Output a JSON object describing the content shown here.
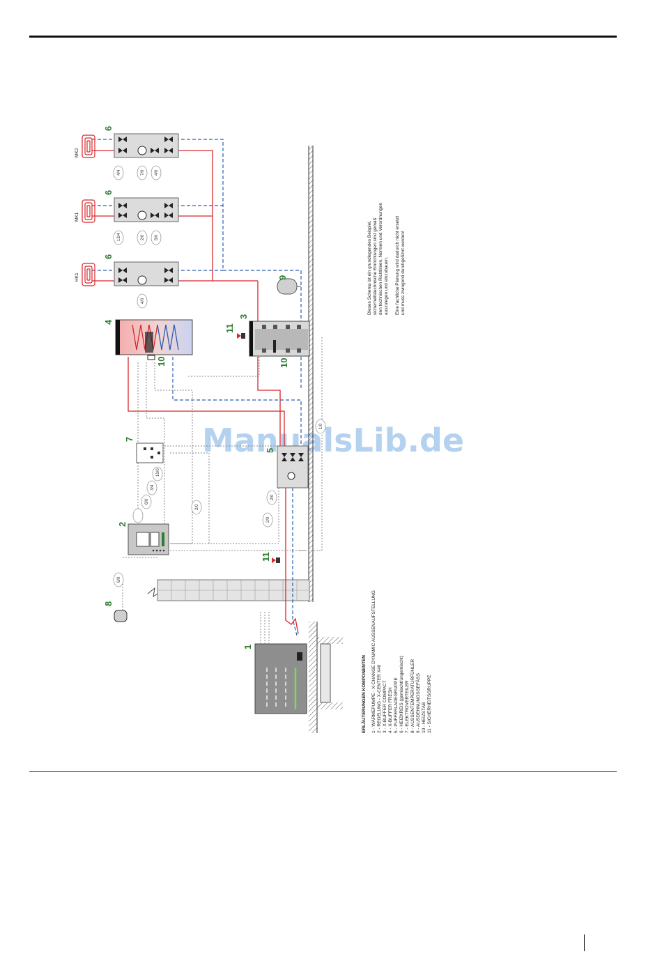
{
  "watermark": "ManualsLib.de",
  "circuits": {
    "mk2": "MK2",
    "mk1": "MK1",
    "hk1": "HK1"
  },
  "component_numbers": {
    "n1": "1",
    "n2": "2",
    "n3": "3",
    "n4": "4",
    "n5": "5",
    "n6a": "6",
    "n6b": "6",
    "n6c": "6",
    "n7": "7",
    "n8": "8",
    "n9": "9",
    "n10a": "10",
    "n10b": "10",
    "n11a": "11",
    "n11b": "11"
  },
  "legend": {
    "heading": "ERLÄUTERUNGEN KOMPONENTEN",
    "items": [
      "1  - WÄRMEPUMPE - X-CHANGE DYNAMIC AUSSENAUFSTELLUNG",
      "2  - REGELUNG - X-CENTER X40",
      "3  - X-BUFFER COMPACT",
      "4  - X-BUFFER FRESH",
      "5  - PUFFERLADEGRUPPE",
      "6  - HEIZKREIS (gemischt/ungemischt)",
      "7  - ELEKTROVERTEILER",
      "8  - AUSSENTEMPERATURFÜHLER",
      "9  - AUSDEHNUNGSGEFÄSS",
      "10 - HEIZSTAB",
      "11 - SICHERHEITSGRUPPE"
    ]
  },
  "note": {
    "lines": [
      "Dieses Schema ist ein grundlegendes Beispiel,",
      "sicherheitstechnische Einrichtungen sind gemäß",
      "den technischen Richtlinien, Normen und Verordnungen",
      "auszulegen und einzubauen.",
      "",
      "Eine fachliche Planung wird dadurch nicht ersetzt",
      "und muss zwingend durchgeführt werden!"
    ]
  },
  "cable_labels": {
    "c1": "4/4",
    "c2": "7/0",
    "c3": "4/0",
    "c4": "13/4",
    "c5": "2/0",
    "c6": "5/0",
    "c7": "4/0",
    "c8": "6/0",
    "c9": "10/0",
    "c10": "2/0",
    "c11": "2/0",
    "c12": "2/0",
    "c13": "3/4",
    "c14": "6/0",
    "c15": "1/0"
  },
  "colors": {
    "flow": "#d8262a",
    "return": "#2b5db0",
    "signal": "#8a8a8a",
    "accent": "#2e7d32"
  }
}
